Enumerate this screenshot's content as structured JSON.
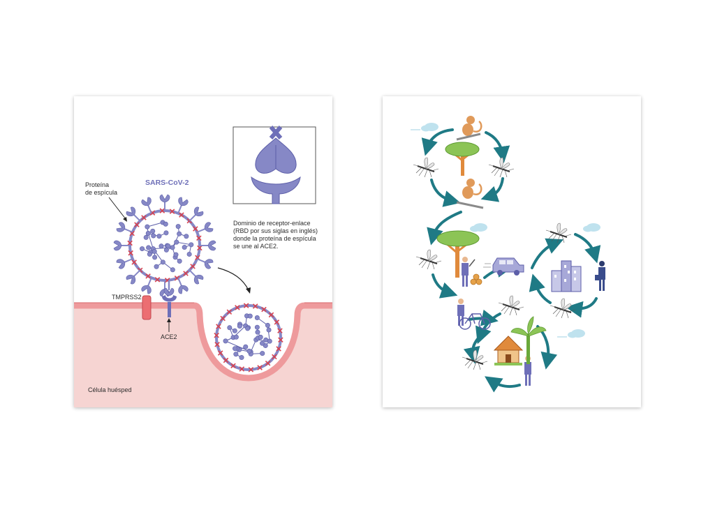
{
  "left_figure": {
    "title": "SARS-CoV-2",
    "spike_label": "Proteína\nde espícula",
    "rbd_label": "Dominio de receptor-enlace\n(RBD por sus siglas en inglés)\ndonde la proteína de espícula\nse une al ACE2.",
    "tmprss2_label": "TMPRSS2",
    "ace2_label": "ACE2",
    "host_cell_label": "Célula huésped"
  },
  "colors": {
    "virus_purple": "#8688c6",
    "virus_dark": "#5c5ea8",
    "red_marker": "#d8424e",
    "host_cell": "#f6d4d2",
    "membrane": "#ee9a9c",
    "teal_arrow": "#1f7a85",
    "tree_green": "#8cc456",
    "tree_trunk": "#e08a3c",
    "monkey": "#e09a5a",
    "cloud": "#bfe2ee"
  },
  "right_figure": {
    "icons": [
      "monkey-icon",
      "tree-icon",
      "mosquito-icon",
      "person-icon",
      "car-icon",
      "bicycle-icon",
      "building-icon",
      "hut-icon",
      "banana-plant-icon",
      "cloud-icon"
    ]
  }
}
